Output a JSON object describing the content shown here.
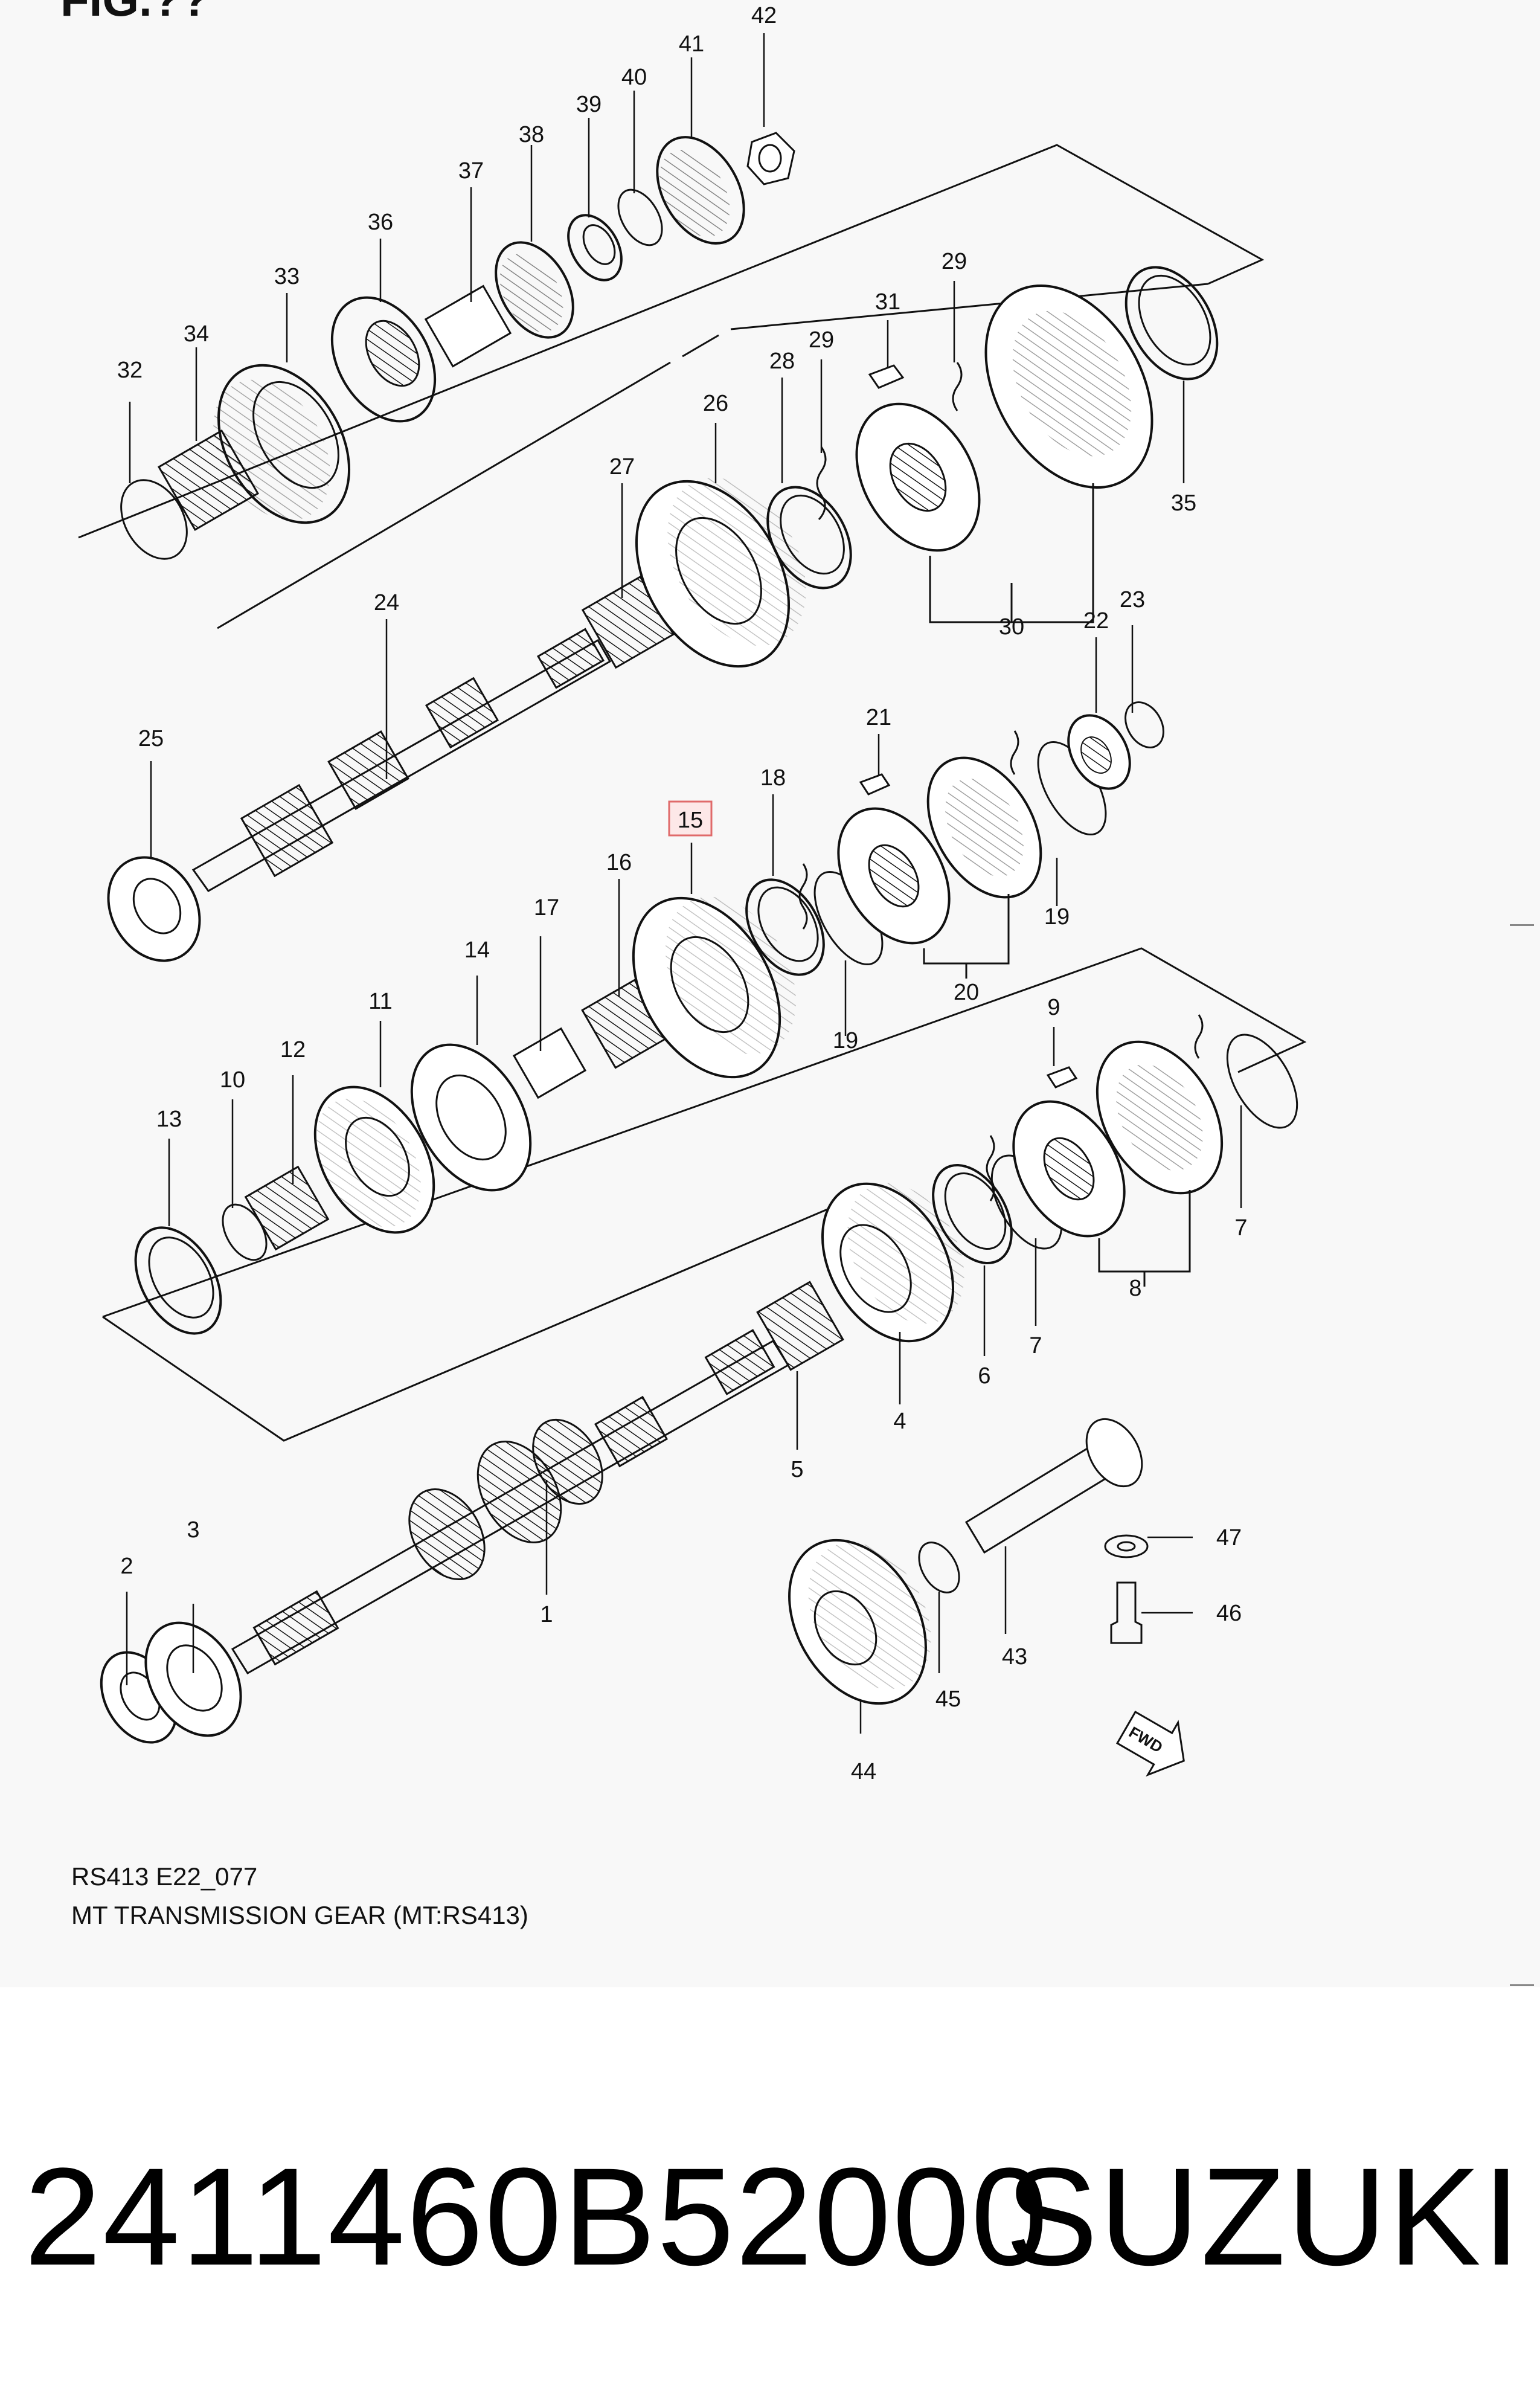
{
  "figure": {
    "title": "FIG.??",
    "caption_code": "RS413 E22_077",
    "caption_name": "MT TRANSMISSION GEAR (MT:RS413)",
    "fwd_label": "FWD"
  },
  "colors": {
    "background": "#f8f8f8",
    "line": "#111111",
    "highlight": "#e06a6a"
  },
  "highlighted_callout": "15",
  "callouts": {
    "c1": "1",
    "c2": "2",
    "c3": "3",
    "c4": "4",
    "c5": "5",
    "c6": "6",
    "c7a": "7",
    "c7b": "7",
    "c8": "8",
    "c9": "9",
    "c10": "10",
    "c11": "11",
    "c12": "12",
    "c13": "13",
    "c14": "14",
    "c15": "15",
    "c16": "16",
    "c17": "17",
    "c18": "18",
    "c19a": "19",
    "c19b": "19",
    "c20": "20",
    "c21": "21",
    "c22": "22",
    "c23": "23",
    "c24": "24",
    "c25": "25",
    "c26": "26",
    "c27": "27",
    "c28": "28",
    "c29a": "29",
    "c29b": "29",
    "c30": "30",
    "c31": "31",
    "c32": "32",
    "c33": "33",
    "c34": "34",
    "c35": "35",
    "c36": "36",
    "c37": "37",
    "c38": "38",
    "c39": "39",
    "c40": "40",
    "c41": "41",
    "c42": "42",
    "c43": "43",
    "c44": "44",
    "c45": "45",
    "c46": "46",
    "c47": "47"
  },
  "footer": {
    "part_number": "2411460B52000",
    "brand": "SUZUKI"
  }
}
